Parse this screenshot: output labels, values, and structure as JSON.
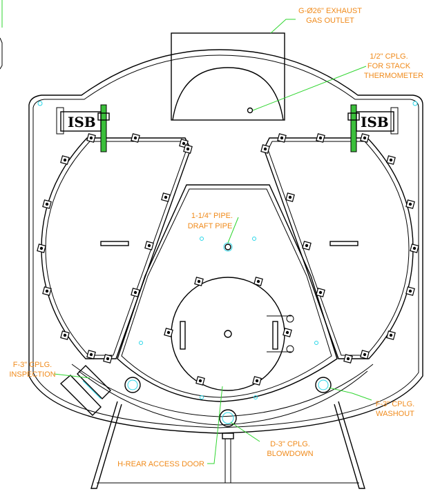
{
  "labels": {
    "exhaust": [
      "G-Ø26\" EXHAUST",
      "GAS OUTLET"
    ],
    "stack_thermometer": [
      "1/2\" CPLG.",
      "FOR STACK",
      "THERMOMETER"
    ],
    "draft_pipe": [
      "1-1/4\" PIPE.",
      "DRAFT PIPE"
    ],
    "inspection": [
      "F-3\" CPLG.",
      "INSPECTION"
    ],
    "washout": [
      "F-3\" CPLG.",
      "WASHOUT"
    ],
    "blowdown": [
      "D-3\" CPLG.",
      "BLOWDOWN"
    ],
    "rear_access_door": "H-REAR ACCESS DOOR"
  },
  "logos": {
    "left": "ISB",
    "right": "ISB"
  },
  "colors": {
    "annotation": "#f08a1a",
    "leader": "#2fd62f",
    "cyan": "#27d6e8",
    "hinge": "#3bbf3b",
    "line": "#000000"
  }
}
